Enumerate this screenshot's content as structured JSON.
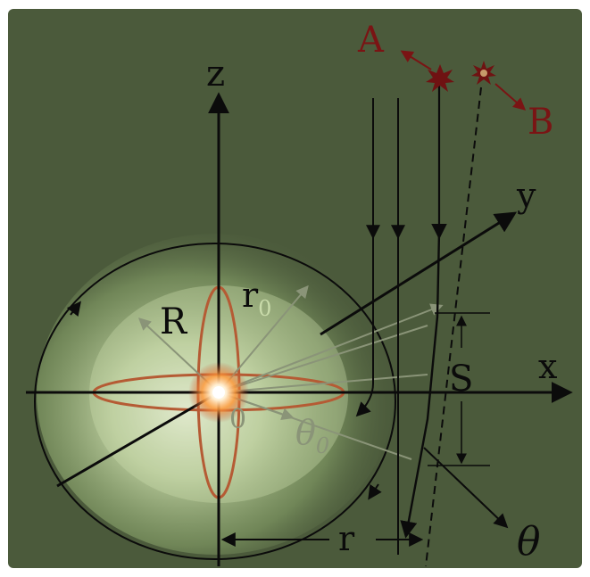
{
  "labels": {
    "A": "A",
    "B": "B",
    "z": "z",
    "y": "y",
    "x": "x",
    "R": "R",
    "r0": "r",
    "r0_sub": "0",
    "S": "S",
    "theta0": "θ",
    "theta0_sub": "0",
    "theta": "θ",
    "r": "r",
    "O": "0"
  },
  "colors": {
    "background": "#4b5a3b",
    "lens_glow_inner": "#f3f7e6",
    "lens_glow_mid": "#a9c48a",
    "source_red": "#6f1212",
    "label_red": "#7a1414",
    "ellipse_orange": "#b55b34",
    "line_black": "#0b0b0b",
    "light_ray_gray": "#8a9478",
    "center_flash": "#ff9a3c"
  }
}
